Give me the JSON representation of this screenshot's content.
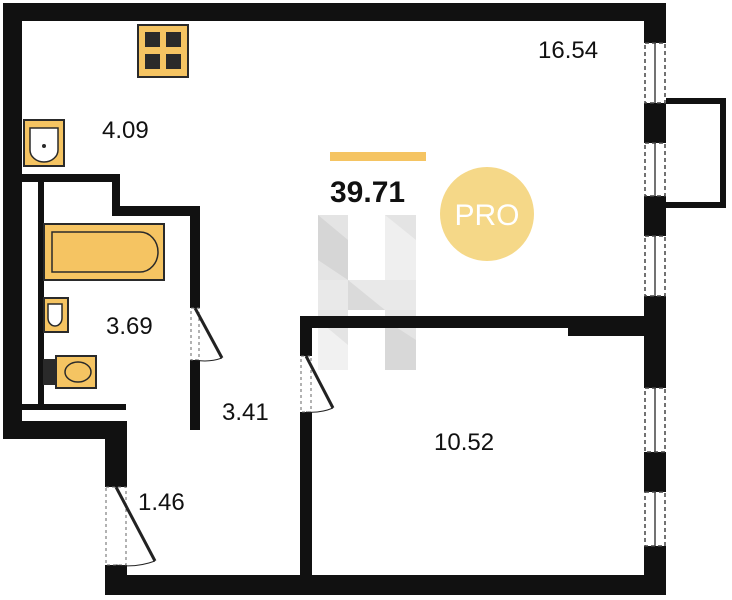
{
  "plan": {
    "total_area": "39.71",
    "badge": "PRO",
    "rooms": [
      {
        "id": "living-room",
        "area": "16.54"
      },
      {
        "id": "kitchen",
        "area": "4.09"
      },
      {
        "id": "bathroom",
        "area": "3.69"
      },
      {
        "id": "hallway",
        "area": "3.41"
      },
      {
        "id": "entry",
        "area": "1.46"
      },
      {
        "id": "bedroom",
        "area": "10.52"
      }
    ]
  },
  "colors": {
    "wall": "#111111",
    "fixture": "#f5c462",
    "fixture_outline": "#2a2a2a",
    "accent_bar": "#f5c462",
    "badge": "#f5d888",
    "watermark": "#d9d9d9"
  }
}
